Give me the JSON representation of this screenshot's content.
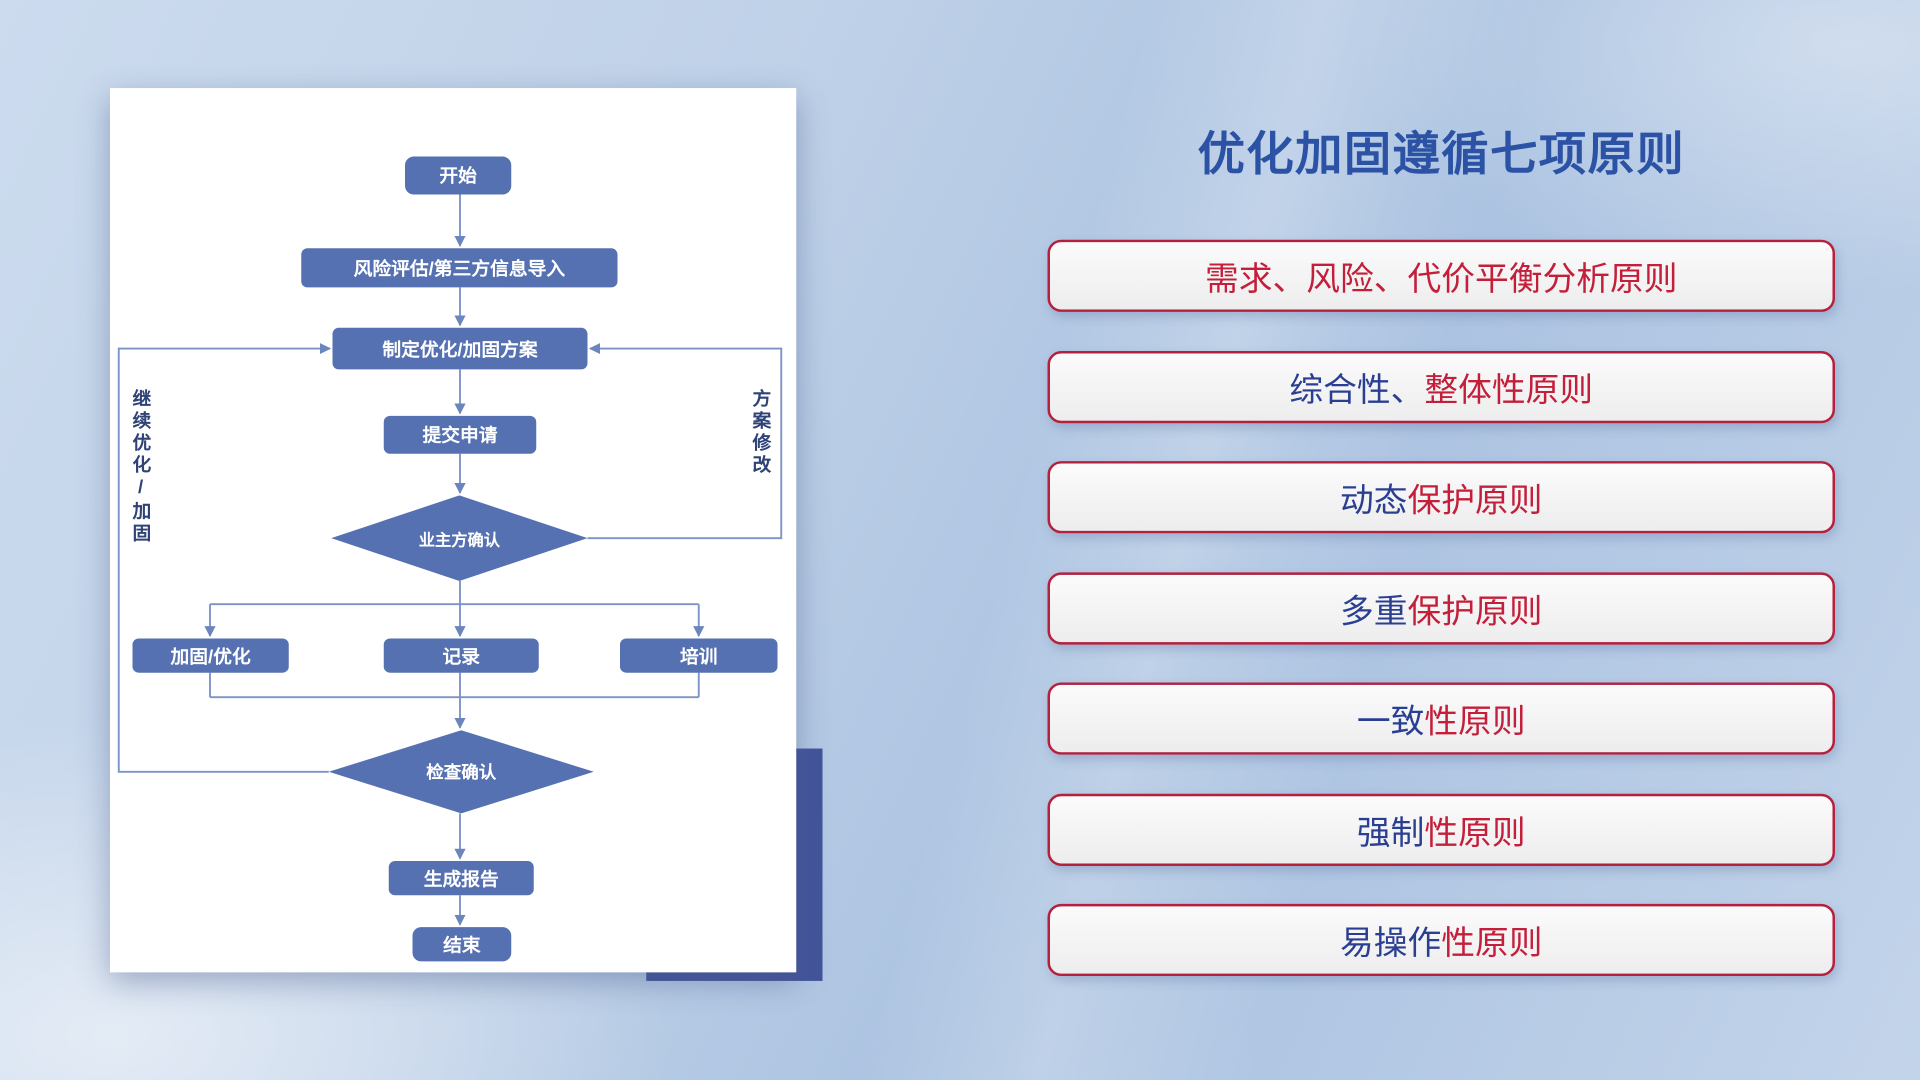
{
  "title": "优化加固遵循七项原则",
  "flowchart": {
    "nodes": {
      "start": "开始",
      "risk_import": "风险评估/第三方信息导入",
      "make_plan": "制定优化/加固方案",
      "submit": "提交申请",
      "owner_confirm": "业主方确认",
      "harden": "加固/优化",
      "record": "记录",
      "train": "培训",
      "check_confirm": "检查确认",
      "report": "生成报告",
      "end": "结束"
    },
    "loop_labels": {
      "continue_optimize": "继续优化/加固",
      "plan_modify": "方案修改"
    }
  },
  "principles": [
    {
      "prefix": "",
      "suffix": "需求、风险、代价平衡分析原则"
    },
    {
      "prefix": "综合性、",
      "suffix": "整体性原则"
    },
    {
      "prefix": "动态",
      "suffix": "保护原则"
    },
    {
      "prefix": "多重",
      "suffix": "保护原则"
    },
    {
      "prefix": "一致",
      "suffix": "性原则"
    },
    {
      "prefix": "强制",
      "suffix": "性原则"
    },
    {
      "prefix": "易操作",
      "suffix": "性原则"
    }
  ],
  "colors": {
    "accent_red": "#b5203c",
    "text_red": "#c41f3a",
    "text_navy": "#2b3f92",
    "flow_blue": "#5671b2",
    "connector_blue": "#7b93c6",
    "title_blue": "#2b52a4",
    "accent_block_navy": "#43549a"
  }
}
